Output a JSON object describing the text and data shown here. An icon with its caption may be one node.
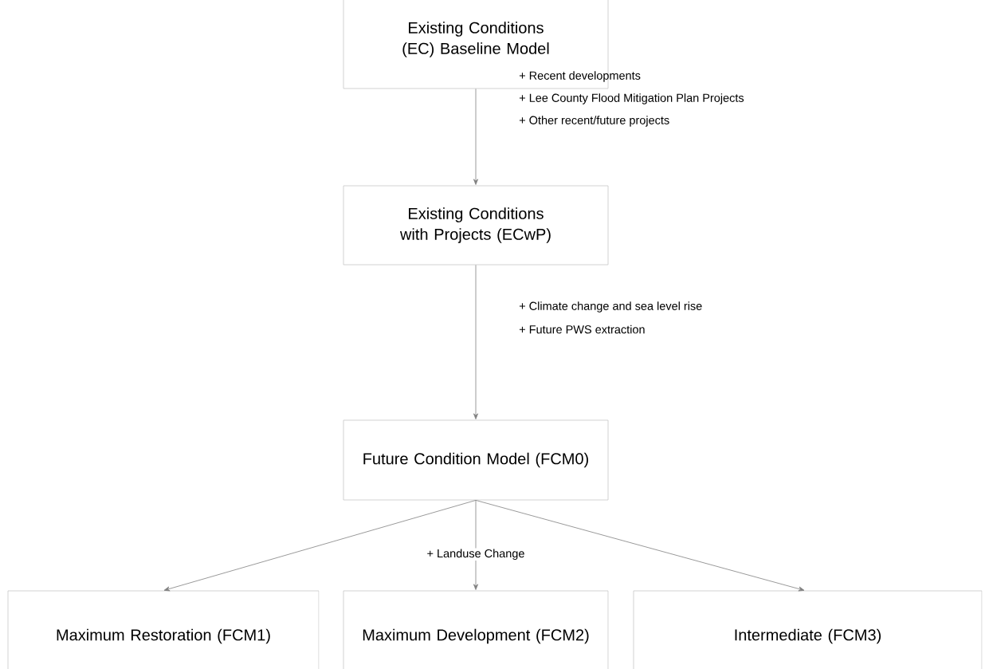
{
  "diagram": {
    "nodes": [
      {
        "text": [
          "Existing Conditions (EC) Baseline Model"
        ]
      },
      {
        "text": [
          "Existing Conditions with Projects (ECwP)"
        ]
      },
      {
        "text": [
          "Future Condition Model (FCM0)"
        ]
      },
      {
        "text": [
          "Maximum Restoration (FCM1)"
        ]
      },
      {
        "text": [
          "Maximum Development (FCM2)"
        ]
      },
      {
        "text": [
          "Intermediate (FCM3)"
        ]
      }
    ],
    "edges": [
      {
        "from": 0,
        "to": 1,
        "arrow": "to"
      },
      {
        "from": 1,
        "to": 2,
        "arrow": "to"
      },
      {
        "from": 2,
        "to": 3,
        "arrow": "to"
      },
      {
        "from": 2,
        "to": 4,
        "arrow": "to",
        "label": "+ Landuse Change"
      },
      {
        "from": 2,
        "to": 5,
        "arrow": "to"
      }
    ],
    "labels": [
      "+ Recent developments",
      "+ Lee County Flood Mitigation Plan Projects",
      "+ Other recent/future projects",
      "+ Climate change and sea level rise",
      "+ Future PWS extraction"
    ]
  }
}
